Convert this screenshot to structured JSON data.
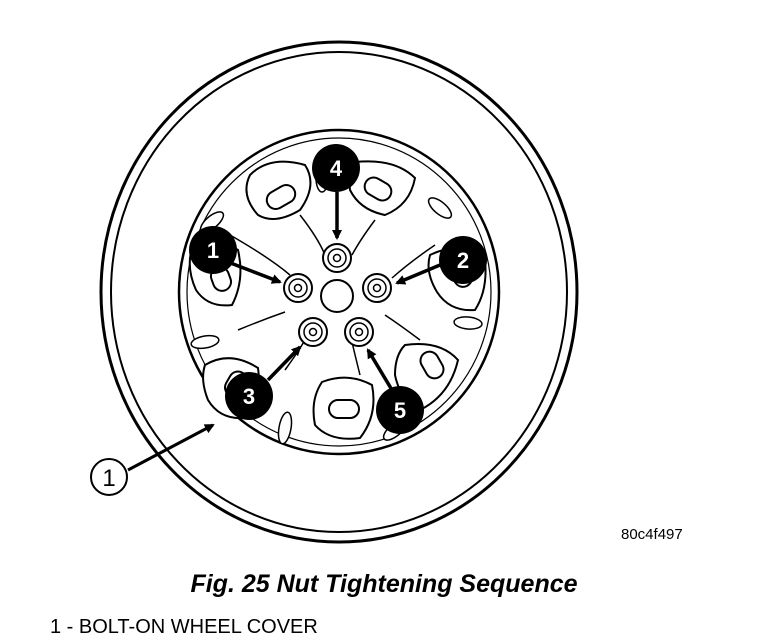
{
  "figure": {
    "code": "80c4f497",
    "caption": "Fig. 25 Nut Tightening Sequence",
    "legend": "1 - BOLT-ON WHEEL COVER"
  },
  "callouts": {
    "c1": "1",
    "c2": "2",
    "c3": "3",
    "c4": "4",
    "c5": "5",
    "leader1": "1"
  }
}
